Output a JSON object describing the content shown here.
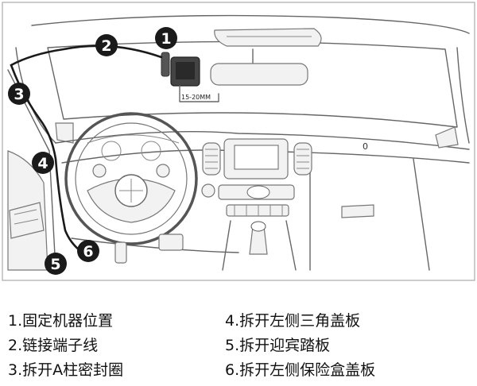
{
  "diagram": {
    "markers": [
      "1",
      "2",
      "3",
      "4",
      "5",
      "6"
    ],
    "measurement_label": "15-20MM",
    "vent_label": "0"
  },
  "legend": {
    "items": [
      "1.固定机器位置",
      "2.链接端子线",
      "3.拆开A柱密封圈",
      "4.拆开左侧三角盖板",
      "5.拆开迎宾踏板",
      "6.拆开左侧保险盒盖板"
    ]
  }
}
